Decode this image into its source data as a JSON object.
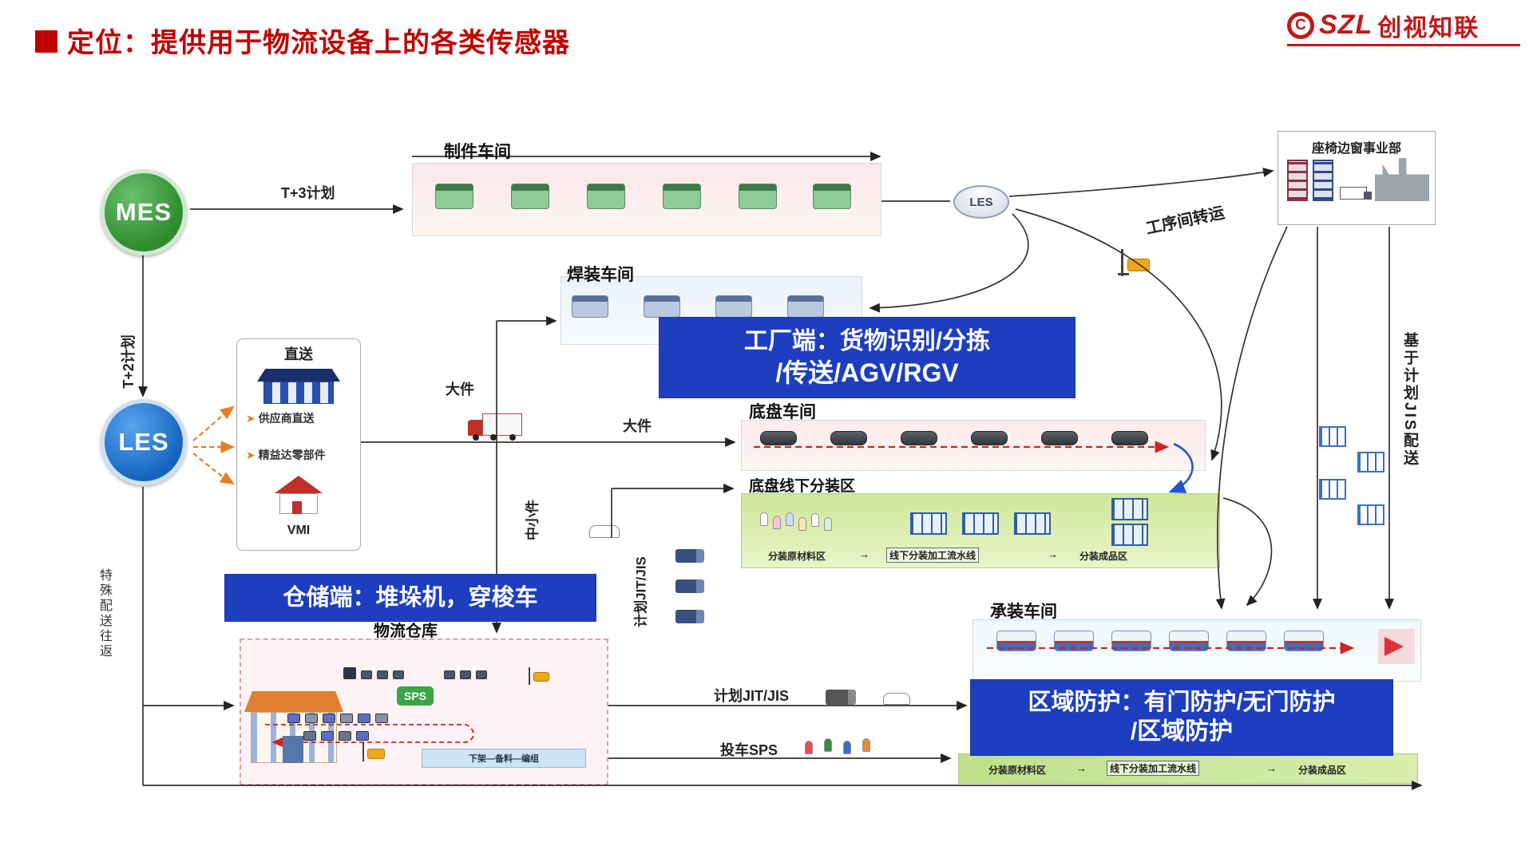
{
  "header": {
    "title": "定位：提供用于物流设备上的各类传感器",
    "logo": {
      "mark": "C",
      "brand": "SZL",
      "cn": "创视知联"
    }
  },
  "nodes": {
    "mes": "MES",
    "les": "LES",
    "les_db": "LES"
  },
  "sections": {
    "parts_shop": "制件车间",
    "weld_shop": "焊装车间",
    "chassis_shop": "底盘车间",
    "chassis_sub_area": "底盘线下分装区",
    "final_shop": "承装车间",
    "seat_unit": "座椅边窗事业部"
  },
  "direct_box": {
    "title": "直送",
    "item_supplier": "供应商直送",
    "item_lean": "精益达零部件",
    "item_vmi": "VMI"
  },
  "warehouse": {
    "title": "物流仓库",
    "sps_badge": "SPS",
    "strip": "下架—备料—编组"
  },
  "flow_labels": {
    "t3_plan": "T+3计划",
    "t2_plan": "T+2计划",
    "big_parts_a": "大件",
    "big_parts_b": "大件",
    "mid_small_parts": "中小件",
    "jit_vertical": "计划JIT/JIS",
    "jit_horizontal": "计划JIT/JIS",
    "sps_dispatch": "投车SPS",
    "process_transfer": "工序间转运",
    "jis_distribution": "基于计划JIS配送",
    "special_delivery": "特殊配送往返"
  },
  "callouts": {
    "factory_line1": "工厂端：货物识别/分拣",
    "factory_line2": "/传送/AGV/RGV",
    "storage": "仓储端：堆垛机，穿梭车",
    "area_line1": "区域防护：有门防护/无门防护",
    "area_line2": "/区域防护"
  },
  "sub_zones": {
    "raw": "分装原材料区",
    "line": "线下分装加工流水线",
    "finished": "分装成品区",
    "arrow": "→"
  }
}
